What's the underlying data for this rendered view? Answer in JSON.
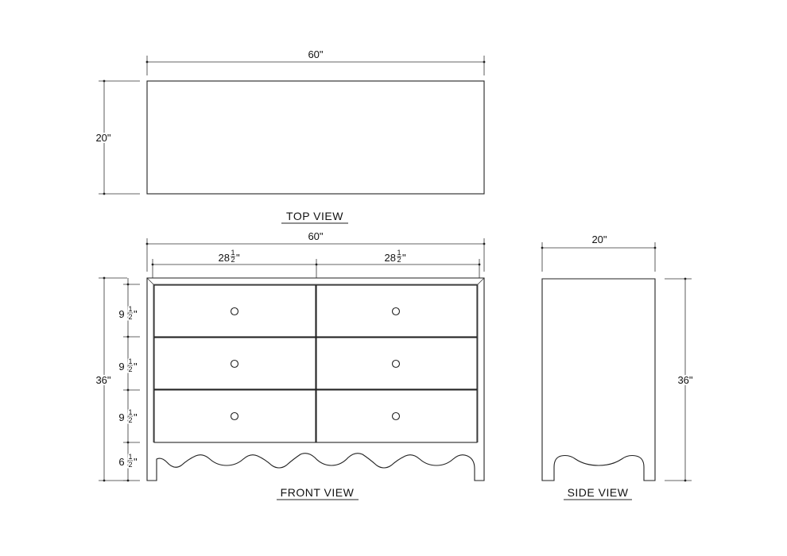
{
  "top_view": {
    "title": "TOP VIEW",
    "width_label": "60\"",
    "depth_label": "20\""
  },
  "front_view": {
    "title": "FRONT VIEW",
    "width_label": "60\"",
    "left_section": {
      "whole": "28",
      "num": "1",
      "den": "2",
      "unit": "\""
    },
    "right_section": {
      "whole": "28",
      "num": "1",
      "den": "2",
      "unit": "\""
    },
    "height_label": "36\"",
    "drawer_rows": [
      {
        "whole": "9",
        "num": "1",
        "den": "2",
        "unit": "\""
      },
      {
        "whole": "9",
        "num": "1",
        "den": "2",
        "unit": "\""
      },
      {
        "whole": "9",
        "num": "1",
        "den": "2",
        "unit": "\""
      }
    ],
    "base": {
      "whole": "6",
      "num": "1",
      "den": "2",
      "unit": "\""
    }
  },
  "side_view": {
    "title": "SIDE VIEW",
    "depth_label": "20\"",
    "height_label": "36\""
  }
}
